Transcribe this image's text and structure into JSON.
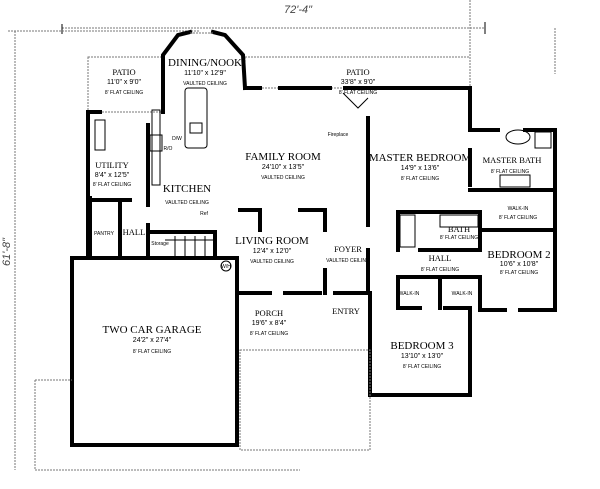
{
  "dimensions": {
    "width": "72'-4\"",
    "depth": "61'-8\""
  },
  "rooms": [
    {
      "name": "PATIO",
      "size": "11'0\" x 9'0\"",
      "ceiling": "8' FLAT CEILING"
    },
    {
      "name": "DINING/NOOK",
      "size": "11'10\" x 12'9\"",
      "ceiling": "VAULTED CEILING"
    },
    {
      "name": "PATIO",
      "size": "33'8\" x 9'0\"",
      "ceiling": "8' FLAT CEILING"
    },
    {
      "name": "UTILITY",
      "size": "8'4\" x 12'5\"",
      "ceiling": "8' FLAT CEILING"
    },
    {
      "name": "FAMILY ROOM",
      "size": "24'10\" x 13'5\"",
      "ceiling": "VAULTED CEILING"
    },
    {
      "name": "MASTER BEDROOM",
      "size": "14'9\" x 13'6\"",
      "ceiling": "8' FLAT CEILING"
    },
    {
      "name": "MASTER BATH",
      "ceiling": "8' FLAT CEILING"
    },
    {
      "name": "KITCHEN",
      "ceiling": "VAULTED CEILING"
    },
    {
      "name": "WALK-IN",
      "ceiling": "8' FLAT CEILING"
    },
    {
      "name": "BATH",
      "ceiling": "8' FLAT CEILING"
    },
    {
      "name": "BEDROOM 2",
      "size": "10'6\" x 10'8\"",
      "ceiling": "8' FLAT CEILING"
    },
    {
      "name": "LIVING ROOM",
      "size": "12'4\" x 12'0\"",
      "ceiling": "VAULTED CEILING"
    },
    {
      "name": "FOYER",
      "ceiling": "VAULTED CEILING"
    },
    {
      "name": "HALL",
      "ceiling": "8' FLAT CEILING"
    },
    {
      "name": "TWO CAR GARAGE",
      "size": "24'2\" x 27'4\"",
      "ceiling": "8' FLAT CEILING"
    },
    {
      "name": "PORCH",
      "size": "19'6\" x 8'4\"",
      "ceiling": "8' FLAT CEILING"
    },
    {
      "name": "ENTRY"
    },
    {
      "name": "BEDROOM 3",
      "size": "13'10\" x 13'0\"",
      "ceiling": "8' FLAT CEILING"
    }
  ],
  "small_labels": {
    "pantry": "PANTRY",
    "hall": "HALL",
    "storage": "Storage",
    "walkin_a": "WALK-IN",
    "walkin_b": "WALK-IN",
    "dw": "D/W",
    "ro": "R/O",
    "ref": "Ref",
    "fireplace": "Fireplace",
    "wh": "W/H"
  }
}
